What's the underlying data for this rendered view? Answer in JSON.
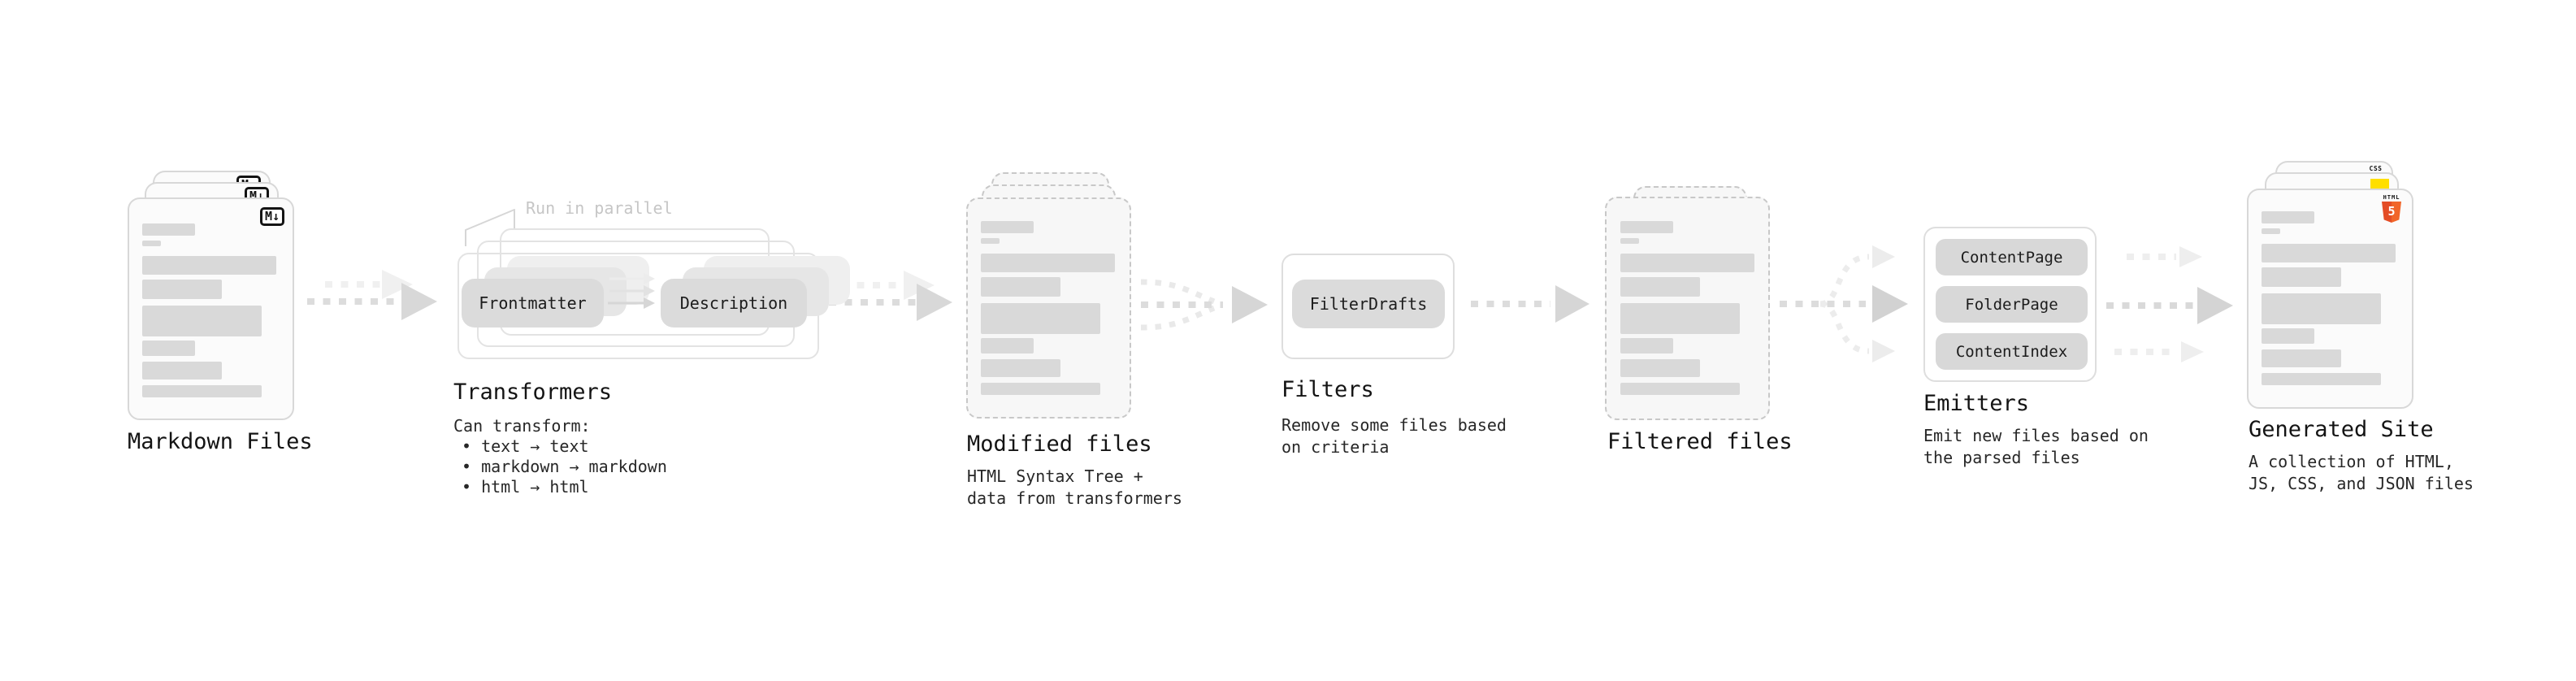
{
  "stages": {
    "markdown": {
      "title": "Markdown Files"
    },
    "transformers": {
      "annotation": "Run in parallel",
      "pill_left": "Frontmatter",
      "pill_right": "Description",
      "title": "Transformers",
      "subtitle": "Can transform:",
      "bullets": [
        "• text → text",
        "• markdown → markdown",
        "• html → html"
      ]
    },
    "modified": {
      "title": "Modified files",
      "subtitle_line1": "HTML Syntax Tree +",
      "subtitle_line2": "data from transformers"
    },
    "filters": {
      "pill": "FilterDrafts",
      "title": "Filters",
      "subtitle_line1": "Remove some files based",
      "subtitle_line2": "on criteria"
    },
    "filtered": {
      "title": "Filtered files"
    },
    "emitters": {
      "pills": [
        "ContentPage",
        "FolderPage",
        "ContentIndex"
      ],
      "title": "Emitters",
      "subtitle_line1": "Emit new files based on",
      "subtitle_line2": "the parsed files"
    },
    "generated": {
      "title": "Generated Site",
      "subtitle_line1": "A collection of HTML,",
      "subtitle_line2": "JS, CSS, and JSON files"
    }
  },
  "icons": {
    "markdown_badge": "M↓",
    "html5_label": "HTML",
    "html5_number": "5",
    "css_label": "CSS",
    "js_badge": "js-yellow-square"
  },
  "colors": {
    "html5_orange": "#f16529",
    "js_yellow": "#ffdf00",
    "css_blue": "#2b62e9",
    "pill_grey": "#dbdbdb",
    "bar_grey": "#d9d9d9",
    "arrow_grey": "#d9d9d9",
    "arrow_ghost_grey": "#efefef",
    "annotation_grey": "#c6c6c6"
  }
}
